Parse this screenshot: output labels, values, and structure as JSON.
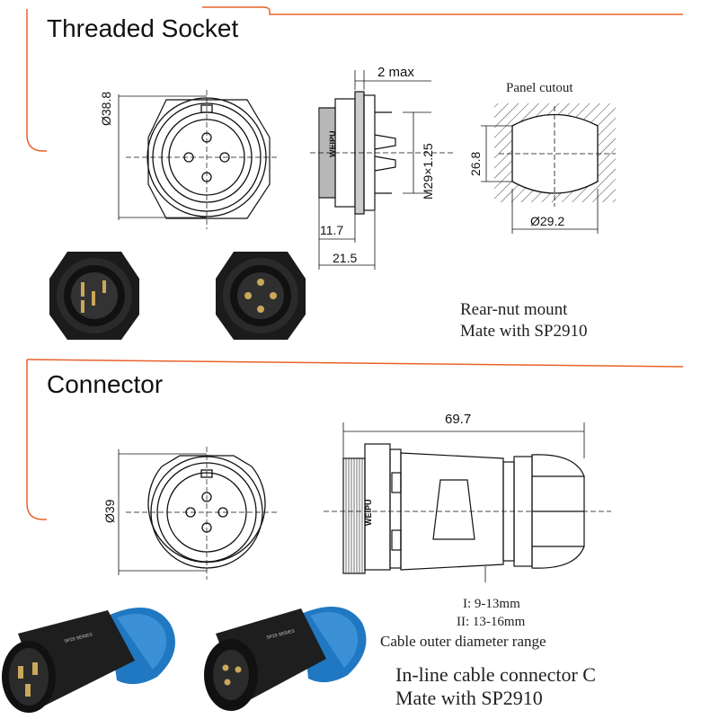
{
  "colors": {
    "accent": "#e8622a",
    "line": "#111111",
    "dark": "#1b1b1b",
    "blue": "#2a6fb5"
  },
  "socket": {
    "title": "Threaded Socket",
    "dim_diameter": "Ø38.8",
    "dim_2max": "2 max",
    "dim_thread": "M29×1.25",
    "dim_11_7": "11.7",
    "dim_21_5": "21.5",
    "panel_cutout_label": "Panel cutout",
    "dim_26_8": "26.8",
    "dim_29_2": "Ø29.2",
    "side_brand": "WEIPU",
    "note_line1": "Rear-nut mount",
    "note_line2": "Mate with SP2910"
  },
  "connector": {
    "title": "Connector",
    "dim_diameter": "Ø39",
    "dim_length": "69.7",
    "side_brand": "WEIPU",
    "product_label": "SP29 SERIES",
    "range_1": "I: 9-13mm",
    "range_2": "II: 13-16mm",
    "range_label": "Cable outer  diameter range",
    "note_line1": "In-line cable connector C",
    "note_line2": "Mate with SP2910"
  }
}
